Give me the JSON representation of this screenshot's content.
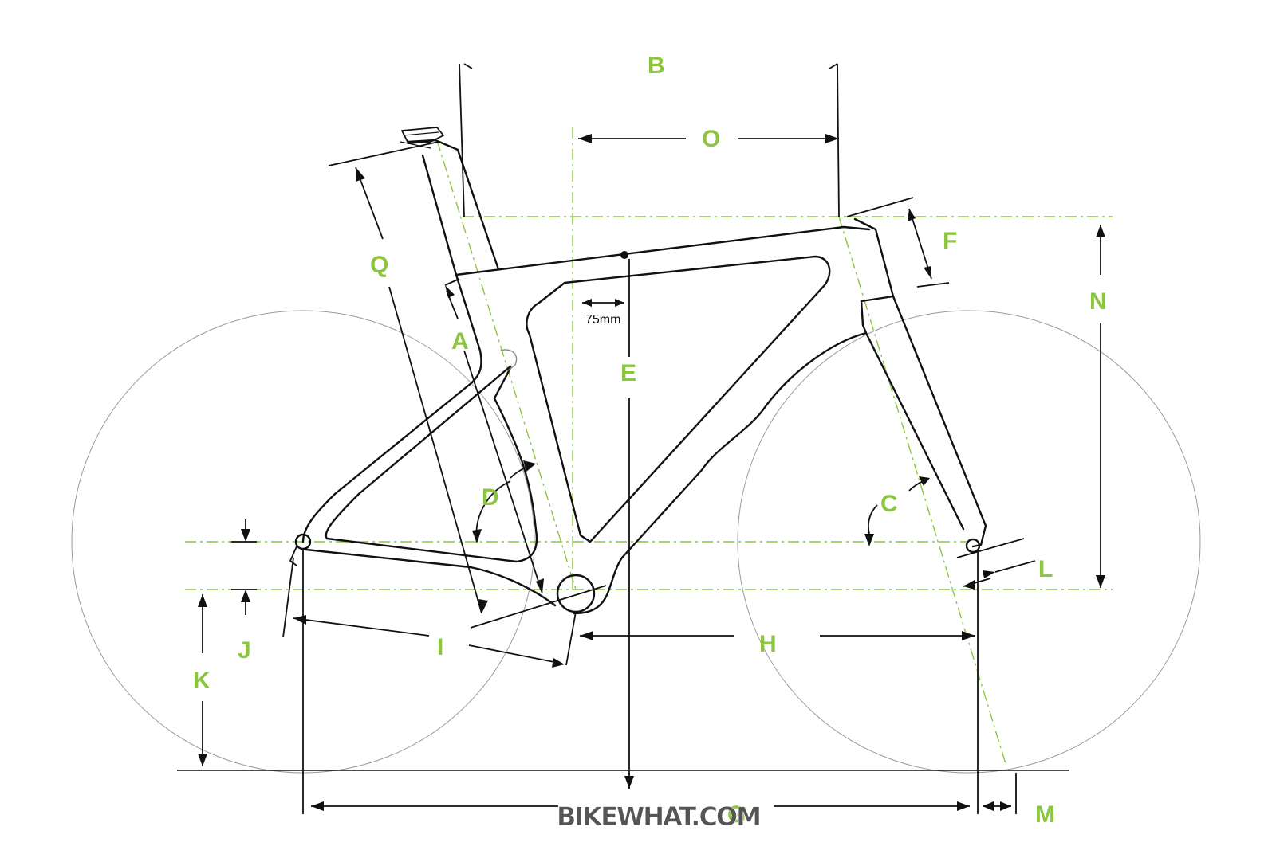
{
  "diagram": {
    "labels": {
      "A": "A",
      "B": "B",
      "C": "C",
      "D": "D",
      "E": "E",
      "F": "F",
      "G": "G",
      "H": "H",
      "I": "I",
      "J": "J",
      "K": "K",
      "L": "L",
      "M": "M",
      "N": "N",
      "O": "O",
      "Q": "Q"
    },
    "offset_note": "75mm",
    "watermark": "BIKEWHAT.COM",
    "colors": {
      "label": "#8cc63f",
      "centerline": "#8cc63f",
      "frame": "#111111",
      "wheel": "#9a9a9a",
      "watermark": "#555555"
    }
  }
}
